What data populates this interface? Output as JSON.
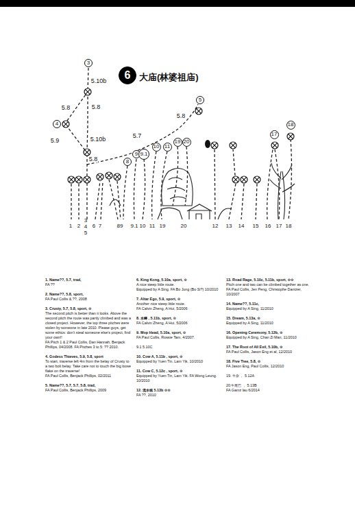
{
  "diagram": {
    "title": "大庙(林婆祖庙)",
    "nodes": [
      {
        "text": [
          "3"
        ]
      },
      {
        "text": [
          "6"
        ]
      },
      {
        "text": [
          "5"
        ]
      },
      {
        "text": [
          "4"
        ]
      },
      {
        "text": [
          "18"
        ]
      },
      {
        "text": [
          "17"
        ]
      },
      {
        "text": [
          "19"
        ]
      },
      {
        "text": [
          "20"
        ]
      },
      {
        "text": [
          "10"
        ]
      },
      {
        "text": [
          "11"
        ]
      },
      {
        "text": [
          "9"
        ]
      },
      {
        "text": [
          "9.1"
        ]
      },
      {
        "text": [
          "8"
        ]
      }
    ],
    "labels": [
      "5.10b",
      "5.8",
      "5.8",
      "5.9",
      "5.10b",
      "5.8",
      "5.7",
      "5.8",
      "1",
      "2",
      "3",
      "4",
      "5",
      "6",
      "7",
      "89",
      "9.1",
      "10",
      "11",
      "19",
      "20",
      "12",
      "13",
      "14",
      "15",
      "16",
      "17",
      "18",
      "1. Name??, 5.7, trad,",
      "FA ??",
      "2. Name??, 5.8, sport,",
      "FA Paul Collis & ??, 2008",
      "3. Crusty, 5.7, 5.8, sport, ⊙",
      "The second pitch is better than it looks. Above the second pitch the route was partly climbed and was a closed project. However, the top three pitches were stolen by someone in late 2010. Please guys, get some ethics: don't steal someone else's project, find your own!!",
      "FA Pitch 1 & 2 Paul Collis, Dan Hannah, Benjack Phillips, 04/2008. FA Pitches 3 to 5: ?? 2010.",
      "4. Godess Thieves, 5.9, 5.8, sport",
      "To start, traverse left 4m from the belay of Crusty to a two bolt belay. Take care not to touch the big loose flake on the traverse!",
      "FA Paul Collis, Benjack Phillips, 02/2011",
      "5. Name??, 5.7, 5.7, 5.8, trad,",
      "FA Paul Collis, Benjack Phillips, 2009",
      "6. King Kong, 5.10a, sport, ⊙",
      "A nice steep little route.",
      "Equipped by A Sing. FA Bo Jung (Bo Si?) 10/2010",
      "7. Altar Ego, 5.9, sport, ⊙",
      "Another nice steep little route.",
      "FA Calvin Zheng, A Hui, 5/2006",
      "8. 水蜂 , 5.11b, sport, ⊙",
      "FA Calvin Zheng, A Hui, 5/2006",
      "9. Mop Head, 5.10a, sport, ⊙",
      "FA Paul Collis, Rossie Tam, 4/2007.",
      "9.1 5.10C",
      "10. Cow A, 5.11b , sport, ⊙",
      "Equipped by Yuen Tin, Lam Yik, 10/2010",
      "11. Cow C, 5.12c , sport, ⊙",
      "Equipped by Yuen Tin, Lam Yik. FA Wong Leung. 10/2010",
      "12. 流水线 5.13b ⊙⊙",
      "FA ??, 2010",
      "13. Road Rage, 5.10c, 5.11b, sport, ⊙⊙",
      "Pitch one and two can be climbed together as one.",
      "FA Paul Collis, Jen Peng, Christophe Dantzer, 10/2007",
      "14. Name??, 5.11c,",
      "Equipped by A Sing, 11/2010",
      "15. Dream, 5.13a, ⊙",
      "Equipped by A Sing, 11/2010",
      "16. Opening Ceremony, 5.12b, ⊙",
      "Equipped by A Sing, Chan Zi Man, 11/2010",
      "17. The Root of All Evil, 5.10b, ⊙",
      "FA Paul Collis, Jason Eng et al, 12/2010",
      "18. Five Tree, 5.8, ⊙",
      "FA Jason Eng, Paul Collis, 12/2010",
      "19. 牛杂 ， 5.12A",
      "20.牛尾巴 ， 5.13B",
      "FA Gamz lau 6/2014"
    ]
  }
}
